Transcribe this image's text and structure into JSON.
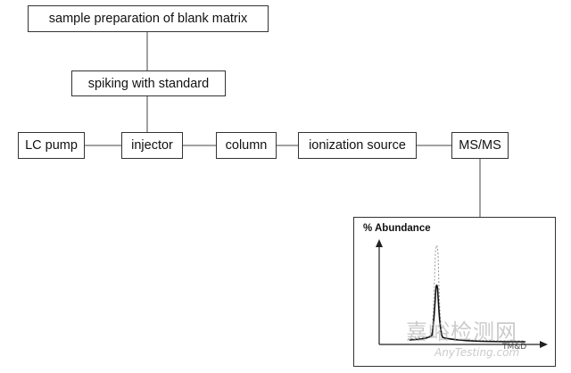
{
  "boxes": {
    "sample_prep": "sample preparation of blank matrix",
    "spiking": "spiking with standard",
    "lc_pump": "LC pump",
    "injector": "injector",
    "column": "column",
    "ionization": "ionization source",
    "msms": "MS/MS"
  },
  "panel": {
    "title": "% Abundance"
  },
  "watermark": {
    "cn": "嘉峪检测网",
    "en": "AnyTesting.com",
    "tag": "TM&D"
  }
}
